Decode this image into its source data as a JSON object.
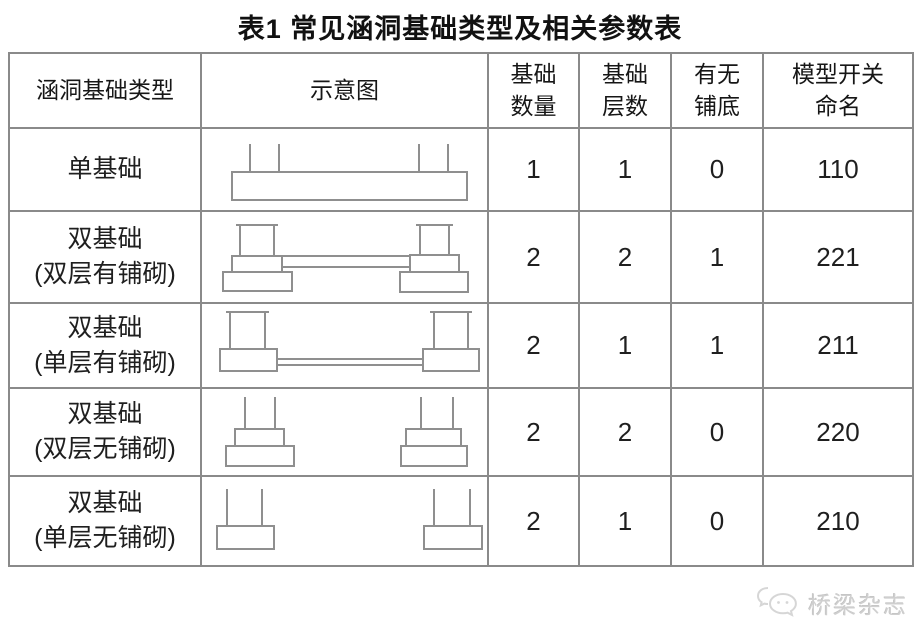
{
  "title": "表1 常见涵洞基础类型及相关参数表",
  "table": {
    "columns": [
      "涵洞基础类型",
      "示意图",
      "基础\n数量",
      "基础\n层数",
      "有无\n铺底",
      "模型开关\n命名"
    ],
    "rows": [
      {
        "type": "单基础",
        "schematic": "single-foundation",
        "count": "1",
        "layers": "1",
        "paving": "0",
        "model": "110"
      },
      {
        "type": "双基础\n(双层有铺砌)",
        "schematic": "double-foundation-two-layer-paved",
        "count": "2",
        "layers": "2",
        "paving": "1",
        "model": "221"
      },
      {
        "type": "双基础\n(单层有铺砌)",
        "schematic": "double-foundation-one-layer-paved",
        "count": "2",
        "layers": "1",
        "paving": "1",
        "model": "211"
      },
      {
        "type": "双基础\n(双层无铺砌)",
        "schematic": "double-foundation-two-layer-unpaved",
        "count": "2",
        "layers": "2",
        "paving": "0",
        "model": "220"
      },
      {
        "type": "双基础\n(单层无铺砌)",
        "schematic": "double-foundation-one-layer-unpaved",
        "count": "2",
        "layers": "1",
        "paving": "0",
        "model": "210"
      }
    ]
  },
  "watermark": {
    "label": "桥梁杂志",
    "icon": "chat-bubbles-icon"
  },
  "colors": {
    "grid": "#8a8a8a",
    "schematic": "#8f8f8f",
    "text": "#1f1f1f",
    "watermark": "#cfcfcf"
  }
}
